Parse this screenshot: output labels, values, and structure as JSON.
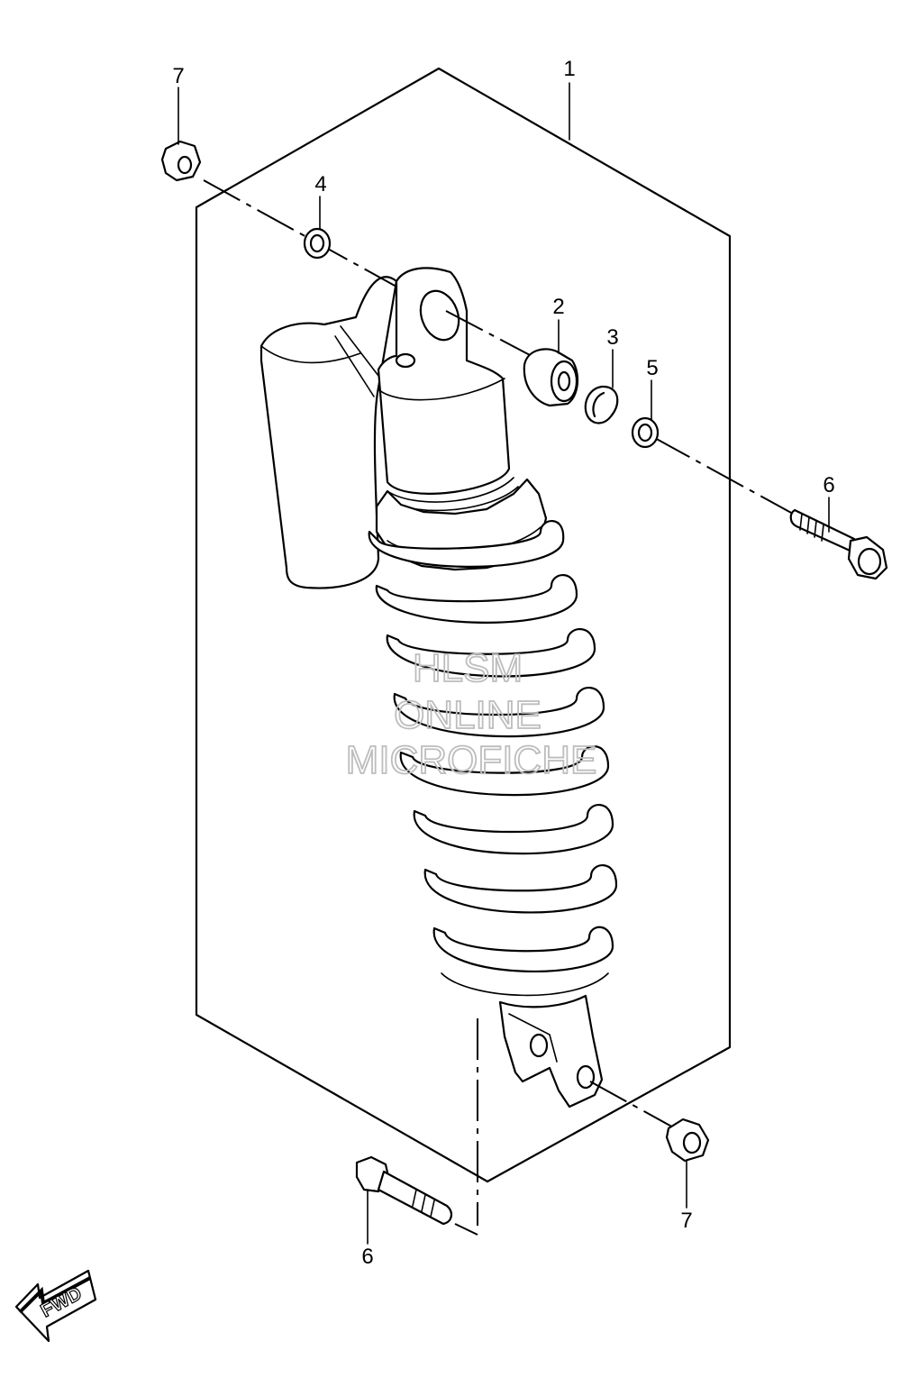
{
  "callouts": [
    {
      "id": "c1",
      "label": "1"
    },
    {
      "id": "c2",
      "label": "2"
    },
    {
      "id": "c3",
      "label": "3"
    },
    {
      "id": "c4",
      "label": "4"
    },
    {
      "id": "c5",
      "label": "5"
    },
    {
      "id": "c6a",
      "label": "6"
    },
    {
      "id": "c6b",
      "label": "6"
    },
    {
      "id": "c7a",
      "label": "7"
    },
    {
      "id": "c7b",
      "label": "7"
    }
  ],
  "watermark": {
    "line1": "HLSM",
    "line2": "ONLINE",
    "line3": "MICROFICHE"
  },
  "direction": {
    "label": "FWD"
  }
}
